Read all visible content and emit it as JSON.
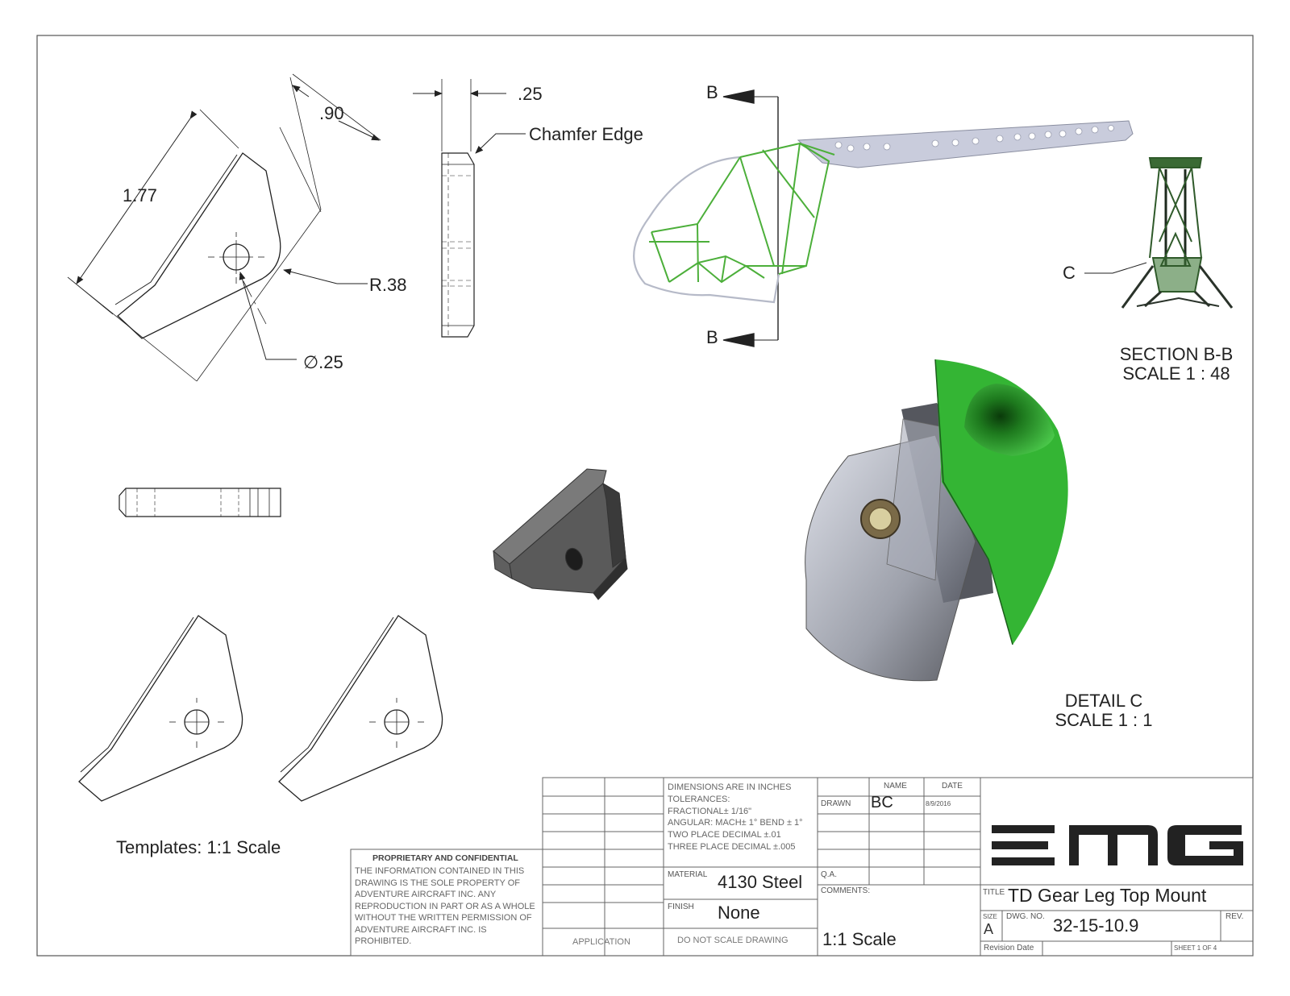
{
  "dims": {
    "d090": ".90",
    "d177": "1.77",
    "d025_top": ".25",
    "chamfer": "Chamfer Edge",
    "r038": "R.38",
    "dia025": "∅.25",
    "b_top": "B",
    "b_bottom": "B",
    "c_label": "C"
  },
  "views": {
    "section_label": "SECTION B-B",
    "section_scale": "SCALE 1 : 48",
    "detail_label": "DETAIL C",
    "detail_scale": "SCALE 1 : 1",
    "templates": "Templates: 1:1 Scale"
  },
  "title_block": {
    "proprietary_title": "PROPRIETARY AND CONFIDENTIAL",
    "proprietary_lines": [
      "THE INFORMATION CONTAINED IN THIS",
      "DRAWING IS THE SOLE PROPERTY OF",
      "ADVENTURE AIRCRAFT INC.  ANY",
      "REPRODUCTION IN PART OR AS A WHOLE",
      "WITHOUT THE WRITTEN PERMISSION OF",
      "ADVENTURE AIRCRAFT INC. IS",
      "PROHIBITED."
    ],
    "application": "APPLICATION",
    "tolerance_lines": [
      "DIMENSIONS ARE IN INCHES",
      "TOLERANCES:",
      "FRACTIONAL± 1/16\"",
      "ANGULAR: MACH± 1° BEND ± 1°",
      "TWO PLACE DECIMAL    ±.01",
      "THREE PLACE DECIMAL  ±.005"
    ],
    "material_label": "MATERIAL",
    "material": "4130 Steel",
    "finish_label": "FINISH",
    "finish": "None",
    "no_scale": "DO  NOT  SCALE  DRAWING",
    "name_hdr": "NAME",
    "date_hdr": "DATE",
    "drawn_label": "DRAWN",
    "drawn_name": "BC",
    "drawn_date": "8/9/2016",
    "qa_label": "Q.A.",
    "comments_label": "COMMENTS:",
    "comments": "1:1 Scale",
    "logo_text": "EMG",
    "title_label": "TITLE",
    "title": "TD Gear Leg Top Mount",
    "size_label": "SIZE",
    "size": "A",
    "dwg_label": "DWG.  NO.",
    "dwg_no": "32-15-10.9",
    "rev_label": "REV.",
    "revision_date": "Revision Date",
    "sheet": "SHEET 1 OF 4"
  },
  "colors": {
    "frame_green": "#4caf3a",
    "tube_gray": "#c8ccd8",
    "part_dark": "#555555",
    "detail_green": "#2fa82f"
  }
}
